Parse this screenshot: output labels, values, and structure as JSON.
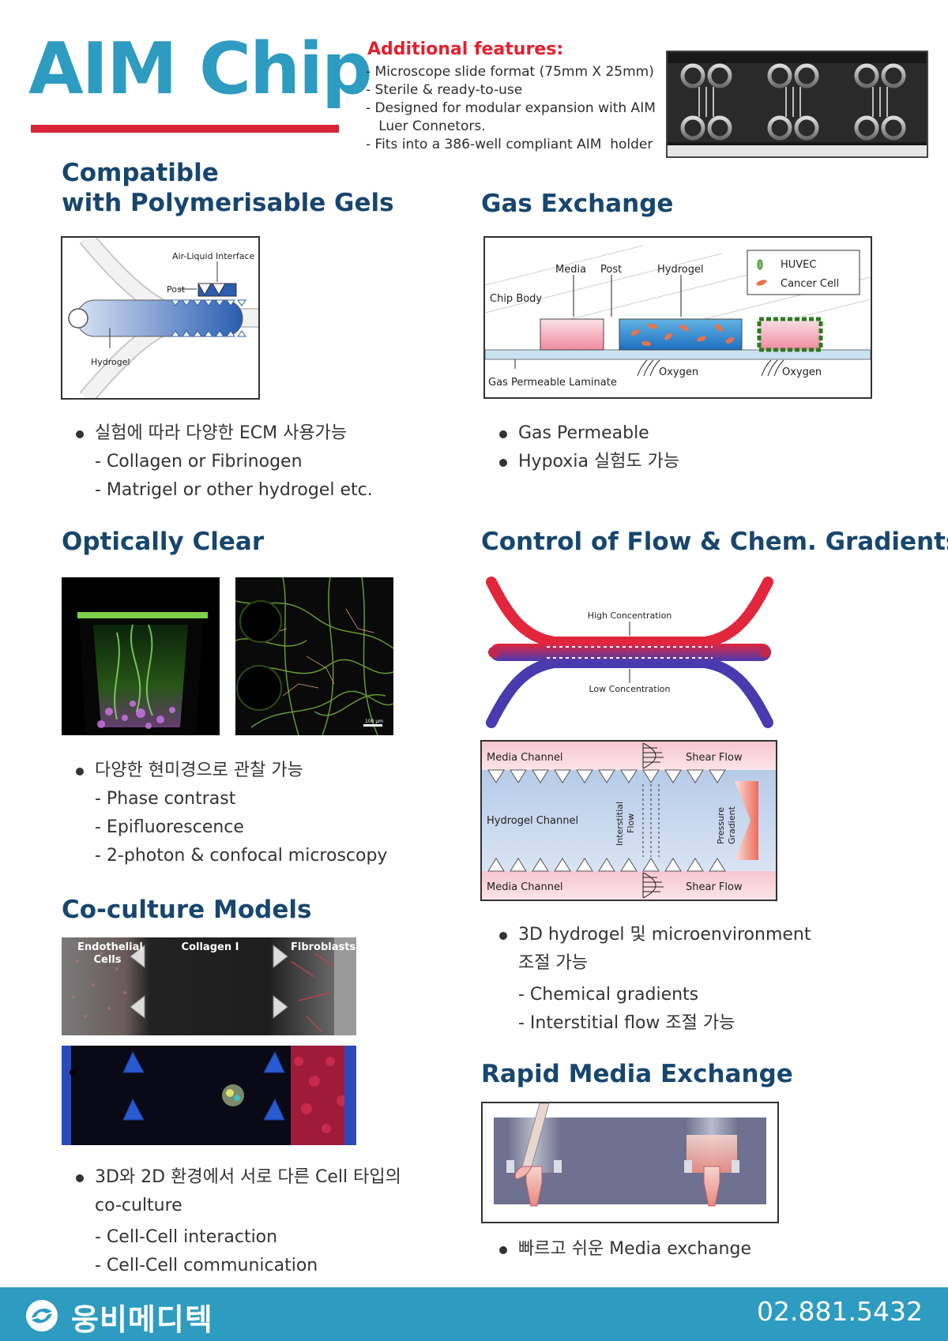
{
  "header": {
    "title": "AIM Chip",
    "features_title": "Additional features:",
    "features": [
      "- Microscope slide format (75mm X 25mm)",
      "- Sterile & ready-to-use",
      "- Designed for modular expansion with AIM",
      "   Luer Connetors.",
      "- Fits into a 386-well compliant AIM  holder"
    ]
  },
  "compatible": {
    "title_line1": "Compatible",
    "title_line2": "with Polymerisable Gels",
    "fig": {
      "air_liquid": "Air-Liquid Interface",
      "post": "Post",
      "hydrogel": "Hydrogel"
    },
    "bullet": "실험에 따라 다양한 ECM 사용가능",
    "subs": [
      "- Collagen or Fibrinogen",
      "- Matrigel or other hydrogel etc."
    ]
  },
  "gas": {
    "title": "Gas Exchange",
    "fig": {
      "media": "Media",
      "post": "Post",
      "hydrogel": "Hydrogel",
      "chip_body": "Chip Body",
      "legend_huvec": "HUVEC",
      "legend_cancer": "Cancer Cell",
      "oxygen": "Oxygen",
      "laminate": "Gas Permeable Laminate"
    },
    "bullets": [
      "Gas Permeable",
      "Hypoxia 실험도 가능"
    ]
  },
  "optical": {
    "title": "Optically Clear",
    "scale_label": "100 μm",
    "bullet": "다양한 현미경으로 관찰 가능",
    "subs": [
      "- Phase contrast",
      "- Epifluorescence",
      "- 2-photon & confocal microscopy"
    ]
  },
  "flow": {
    "title": "Control of Flow & Chem. Gradients",
    "high": "High Concentration",
    "low": "Low Concentration",
    "media_channel": "Media Channel",
    "shear_flow": "Shear Flow",
    "hydrogel_channel": "Hydrogel Channel",
    "interstitial": "Interstitial",
    "interstitial2": "Flow",
    "pressure": "Pressure",
    "pressure2": "Gradient",
    "bullet_line1": "3D hydrogel 및 microenvironment",
    "bullet_line2": "조절 가능",
    "subs": [
      "- Chemical gradients",
      "- Interstitial flow 조절 가능"
    ]
  },
  "coculture": {
    "title": "Co-culture Models",
    "endothelial": "Endothelial",
    "cells": "Cells",
    "collagen": "Collagen I",
    "fibroblasts": "Fibroblasts",
    "bullet_line1": "3D와 2D 환경에서 서로 다른 Cell 타입의",
    "bullet_line2": "co-culture",
    "subs": [
      "- Cell-Cell interaction",
      "- Cell-Cell communication"
    ]
  },
  "rapid": {
    "title": "Rapid Media Exchange",
    "bullet": "빠르고 쉬운 Media exchange"
  },
  "footer": {
    "company": "웅비메디텍",
    "phone": "02.881.5432"
  },
  "colors": {
    "brand_blue": "#2e9bc1",
    "accent_red": "#d9233a",
    "heading_navy": "#17466e"
  }
}
